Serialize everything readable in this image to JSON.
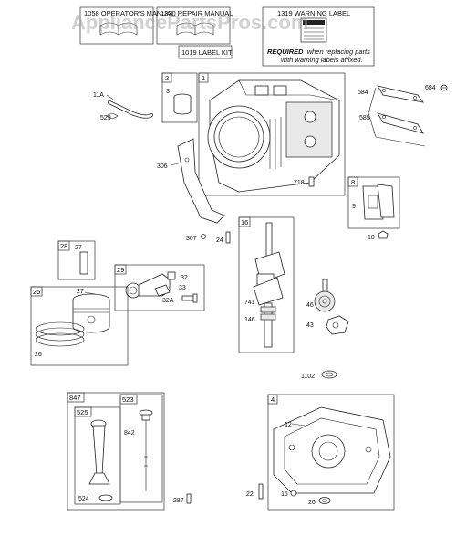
{
  "watermark": "AppliancePartsPros.com",
  "header": {
    "manual_1": "1058 OPERATOR'S MANUAL",
    "manual_2": "1330 REPAIR MANUAL",
    "manual_3": "1319 WARNING LABEL",
    "label_kit": "1019 LABEL KIT",
    "warn_required": "REQUIRED",
    "warn_rest_1": "when replacing parts",
    "warn_rest_2": "with warning labels affixed."
  },
  "boxes": {
    "b1": "1",
    "b2": "2",
    "b8": "8",
    "b16": "16",
    "b25": "25",
    "b28": "28",
    "b29": "29",
    "b4": "4",
    "b847": "847",
    "b523": "523",
    "b525": "525"
  },
  "labels": {
    "l11a": "11A",
    "l529": "529",
    "l3": "3",
    "l306": "306",
    "l718": "718",
    "l584": "584",
    "l684": "684",
    "l585": "585",
    "l9": "9",
    "l10": "10",
    "l307": "307",
    "l24": "24",
    "l27a": "27",
    "l32": "32",
    "l33": "33",
    "l32a": "32A",
    "l27b": "27",
    "l26": "26",
    "l741": "741",
    "l146": "146",
    "l46": "46",
    "l43": "43",
    "l1102": "1102",
    "l12": "12",
    "l842": "842",
    "l524": "524",
    "l287": "287",
    "l22": "22",
    "l15": "15",
    "l20": "20"
  },
  "colors": {
    "line": "#222222",
    "watermark": "#9a9a9a"
  }
}
